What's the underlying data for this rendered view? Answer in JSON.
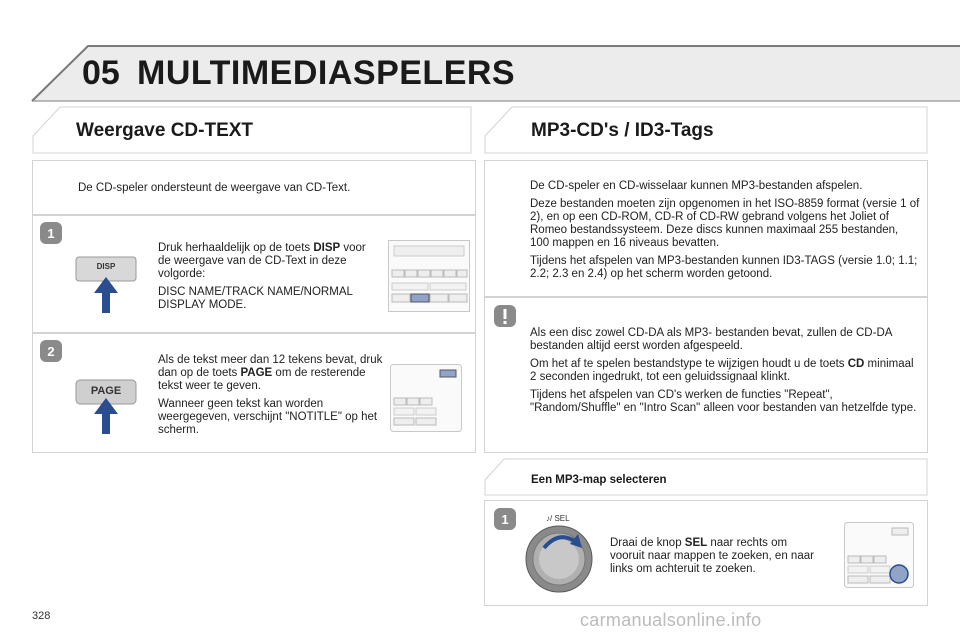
{
  "header": {
    "number": "05",
    "title": "MULTIMEDIASPELERS"
  },
  "left": {
    "title": "Weergave CD-TEXT",
    "intro": "De CD-speler ondersteunt de weergave van CD-Text.",
    "step1": {
      "badge": "1",
      "button_label": "DISP",
      "p1_a": "Druk herhaaldelijk op de toets ",
      "p1_key": "DISP",
      "p1_b": " voor de weergave van de CD-Text in deze volgorde:",
      "p2": "DISC NAME/TRACK NAME/NORMAL DISPLAY MODE."
    },
    "step2": {
      "badge": "2",
      "button_label": "PAGE",
      "p1_a": "Als de tekst meer dan 12 tekens bevat, druk dan op de toets ",
      "p1_key": "PAGE",
      "p1_b": " om de resterende tekst weer te geven.",
      "p2": "Wanneer geen tekst kan worden weergegeven, verschijnt \"NOTITLE\" op het scherm."
    }
  },
  "right": {
    "title": "MP3-CD's / ID3-Tags",
    "info": {
      "p1": "De CD-speler en CD-wisselaar kunnen MP3-bestanden afspelen.",
      "p2": "Deze bestanden moeten zijn opgenomen in het ISO-8859 format (versie 1 of 2), en op een CD-ROM, CD-R of CD-RW gebrand volgens het Joliet of Romeo bestandssysteem. Deze discs kunnen maximaal 255 bestanden, 100 mappen en 16 niveaus bevatten.",
      "p3": "Tijdens het afspelen van MP3-bestanden kunnen ID3-TAGS (versie 1.0; 1.1; 2.2; 2.3 en 2.4) op het scherm worden getoond."
    },
    "warning": {
      "p1": "Als een disc zowel CD-DA als MP3- bestanden bevat, zullen de CD-DA bestanden altijd eerst worden afgespeeld.",
      "p2_a": "Om het af te spelen bestandstype te wijzigen houdt u de toets ",
      "p2_key": "CD",
      "p2_b": " minimaal 2 seconden ingedrukt, tot een geluidssignaal klinkt.",
      "p3": "Tijdens het afspelen van CD's werken de functies \"Repeat\", \"Random/Shuffle\" en \"Intro Scan\" alleen voor bestanden van hetzelfde type."
    },
    "sub_title": "Een MP3-map selecteren",
    "step1": {
      "badge": "1",
      "knob_label": "♪/ SEL",
      "p1_a": "Draai de knop ",
      "p1_key": "SEL",
      "p1_b": " naar rechts om vooruit naar mappen te zoeken, en naar links om achteruit te zoeken."
    }
  },
  "footer": {
    "page_number": "328",
    "watermark": "carmanualsonline.info"
  },
  "colors": {
    "arrow_blue": "#2a4d8f",
    "box_border": "#d3d3d3",
    "banner_gray": "#e8e8e8"
  }
}
